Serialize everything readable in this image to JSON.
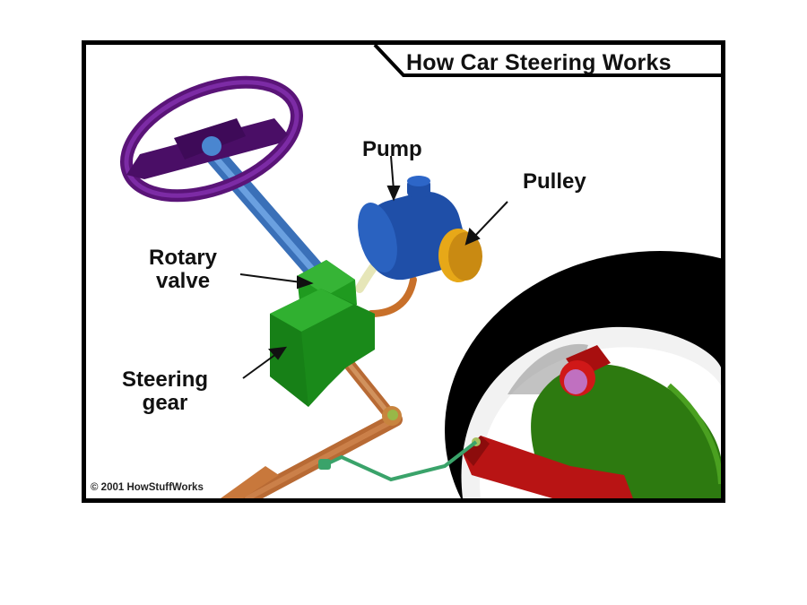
{
  "diagram": {
    "title": "How Car Steering Works",
    "copyright": "© 2001 HowStuffWorks",
    "labels": {
      "pump": "Pump",
      "pulley": "Pulley",
      "rotary_valve_line1": "Rotary",
      "rotary_valve_line2": "valve",
      "steering_gear_line1": "Steering",
      "steering_gear_line2": "gear"
    },
    "components": [
      {
        "name": "steering-wheel",
        "color": "#6a1a8c"
      },
      {
        "name": "steering-column",
        "color": "#4a86d0"
      },
      {
        "name": "rotary-valve",
        "color": "#1f9a1f"
      },
      {
        "name": "steering-gear",
        "color": "#1f9a1f"
      },
      {
        "name": "pump",
        "color": "#1f4fa8"
      },
      {
        "name": "pulley",
        "color": "#d9960e"
      },
      {
        "name": "hoses",
        "colors": [
          "#e6e6b8",
          "#c8702a"
        ]
      },
      {
        "name": "pitman-arm-and-tie-rod",
        "color": "#c8783c"
      },
      {
        "name": "linkage",
        "color": "#3aa36a"
      },
      {
        "name": "wheel-tire",
        "color": "#000000"
      },
      {
        "name": "steering-knuckle",
        "color": "#c01515"
      },
      {
        "name": "brake-disc",
        "color": "#2d7a10"
      },
      {
        "name": "hub-bolt",
        "color": "#c070c0"
      }
    ]
  }
}
